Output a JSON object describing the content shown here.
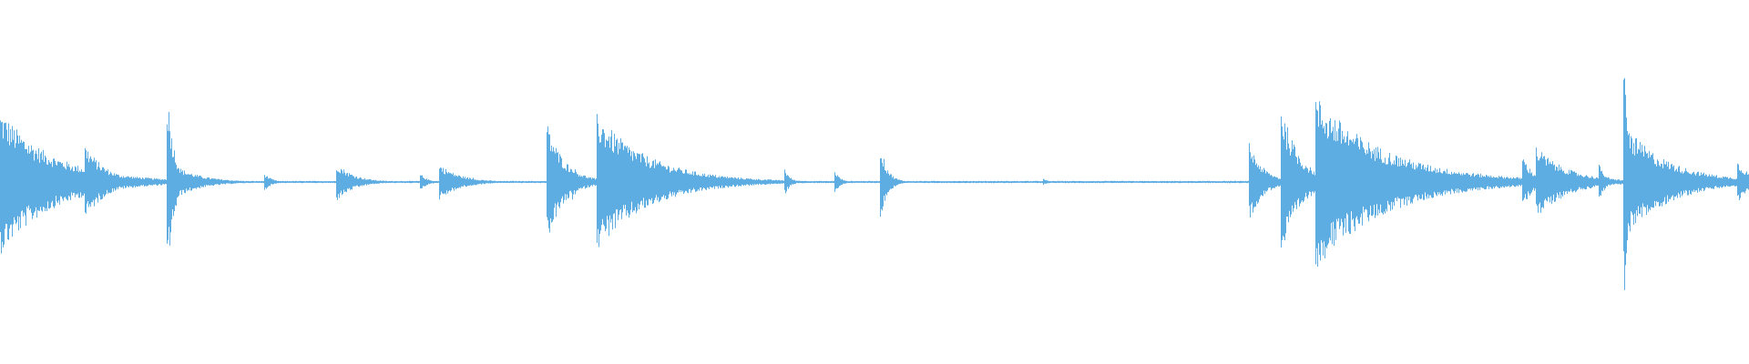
{
  "waveform": {
    "color": "#5DADE2",
    "background": "#ffffff",
    "duration_fraction_note_removed": null,
    "bursts": [
      {
        "t": 0.0,
        "amp": 0.4,
        "decay": 0.03
      },
      {
        "t": 0.048,
        "amp": 0.22,
        "decay": 0.012
      },
      {
        "t": 0.095,
        "amp": 0.58,
        "decay": 0.004
      },
      {
        "t": 0.096,
        "amp": 0.12,
        "decay": 0.015
      },
      {
        "t": 0.11,
        "amp": 0.05,
        "decay": 0.004
      },
      {
        "t": 0.151,
        "amp": 0.05,
        "decay": 0.004
      },
      {
        "t": 0.192,
        "amp": 0.11,
        "decay": 0.01
      },
      {
        "t": 0.24,
        "amp": 0.05,
        "decay": 0.004
      },
      {
        "t": 0.251,
        "amp": 0.1,
        "decay": 0.012
      },
      {
        "t": 0.27,
        "amp": 0.03,
        "decay": 0.003
      },
      {
        "t": 0.312,
        "amp": 0.35,
        "decay": 0.01
      },
      {
        "t": 0.327,
        "amp": 0.1,
        "decay": 0.005
      },
      {
        "t": 0.341,
        "amp": 0.38,
        "decay": 0.03
      },
      {
        "t": 0.4,
        "amp": 0.04,
        "decay": 0.003
      },
      {
        "t": 0.41,
        "amp": 0.03,
        "decay": 0.003
      },
      {
        "t": 0.448,
        "amp": 0.09,
        "decay": 0.003
      },
      {
        "t": 0.477,
        "amp": 0.07,
        "decay": 0.003
      },
      {
        "t": 0.503,
        "amp": 0.22,
        "decay": 0.004
      },
      {
        "t": 0.596,
        "amp": 0.02,
        "decay": 0.003
      },
      {
        "t": 0.714,
        "amp": 0.22,
        "decay": 0.008
      },
      {
        "t": 0.732,
        "amp": 0.45,
        "decay": 0.01
      },
      {
        "t": 0.752,
        "amp": 0.48,
        "decay": 0.04
      },
      {
        "t": 0.81,
        "amp": 0.08,
        "decay": 0.006
      },
      {
        "t": 0.83,
        "amp": 0.07,
        "decay": 0.005
      },
      {
        "t": 0.87,
        "amp": 0.16,
        "decay": 0.006
      },
      {
        "t": 0.878,
        "amp": 0.2,
        "decay": 0.018
      },
      {
        "t": 0.914,
        "amp": 0.1,
        "decay": 0.004
      },
      {
        "t": 0.928,
        "amp": 0.7,
        "decay": 0.004
      },
      {
        "t": 0.93,
        "amp": 0.3,
        "decay": 0.025
      },
      {
        "t": 0.973,
        "amp": 0.06,
        "decay": 0.006
      },
      {
        "t": 0.993,
        "amp": 0.12,
        "decay": 0.008
      }
    ]
  }
}
